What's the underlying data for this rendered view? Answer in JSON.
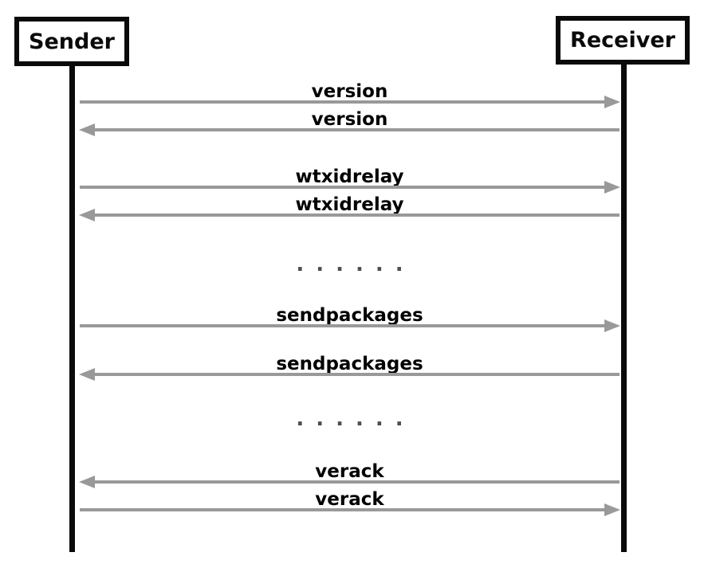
{
  "diagram": {
    "type": "sequence",
    "actors": [
      {
        "name": "Sender"
      },
      {
        "name": "Receiver"
      }
    ],
    "messages": [
      {
        "label": "version",
        "direction": "right",
        "from": "Sender",
        "to": "Receiver"
      },
      {
        "label": "version",
        "direction": "left",
        "from": "Receiver",
        "to": "Sender"
      },
      {
        "label": "wtxidrelay",
        "direction": "right",
        "from": "Sender",
        "to": "Receiver"
      },
      {
        "label": "wtxidrelay",
        "direction": "left",
        "from": "Receiver",
        "to": "Sender"
      },
      {
        "label": "......",
        "direction": "none",
        "type": "ellipsis"
      },
      {
        "label": "sendpackages",
        "direction": "right",
        "from": "Sender",
        "to": "Receiver"
      },
      {
        "label": "sendpackages",
        "direction": "left",
        "from": "Receiver",
        "to": "Sender"
      },
      {
        "label": "......",
        "direction": "none",
        "type": "ellipsis"
      },
      {
        "label": "verack",
        "direction": "left",
        "from": "Receiver",
        "to": "Sender"
      },
      {
        "label": "verack",
        "direction": "right",
        "from": "Sender",
        "to": "Receiver"
      }
    ],
    "colors": {
      "arrow": "#999999",
      "text": "#000000",
      "ellipsis": "#4d4d4d",
      "background": "#ffffff",
      "box_border": "#0a0a0a"
    }
  }
}
